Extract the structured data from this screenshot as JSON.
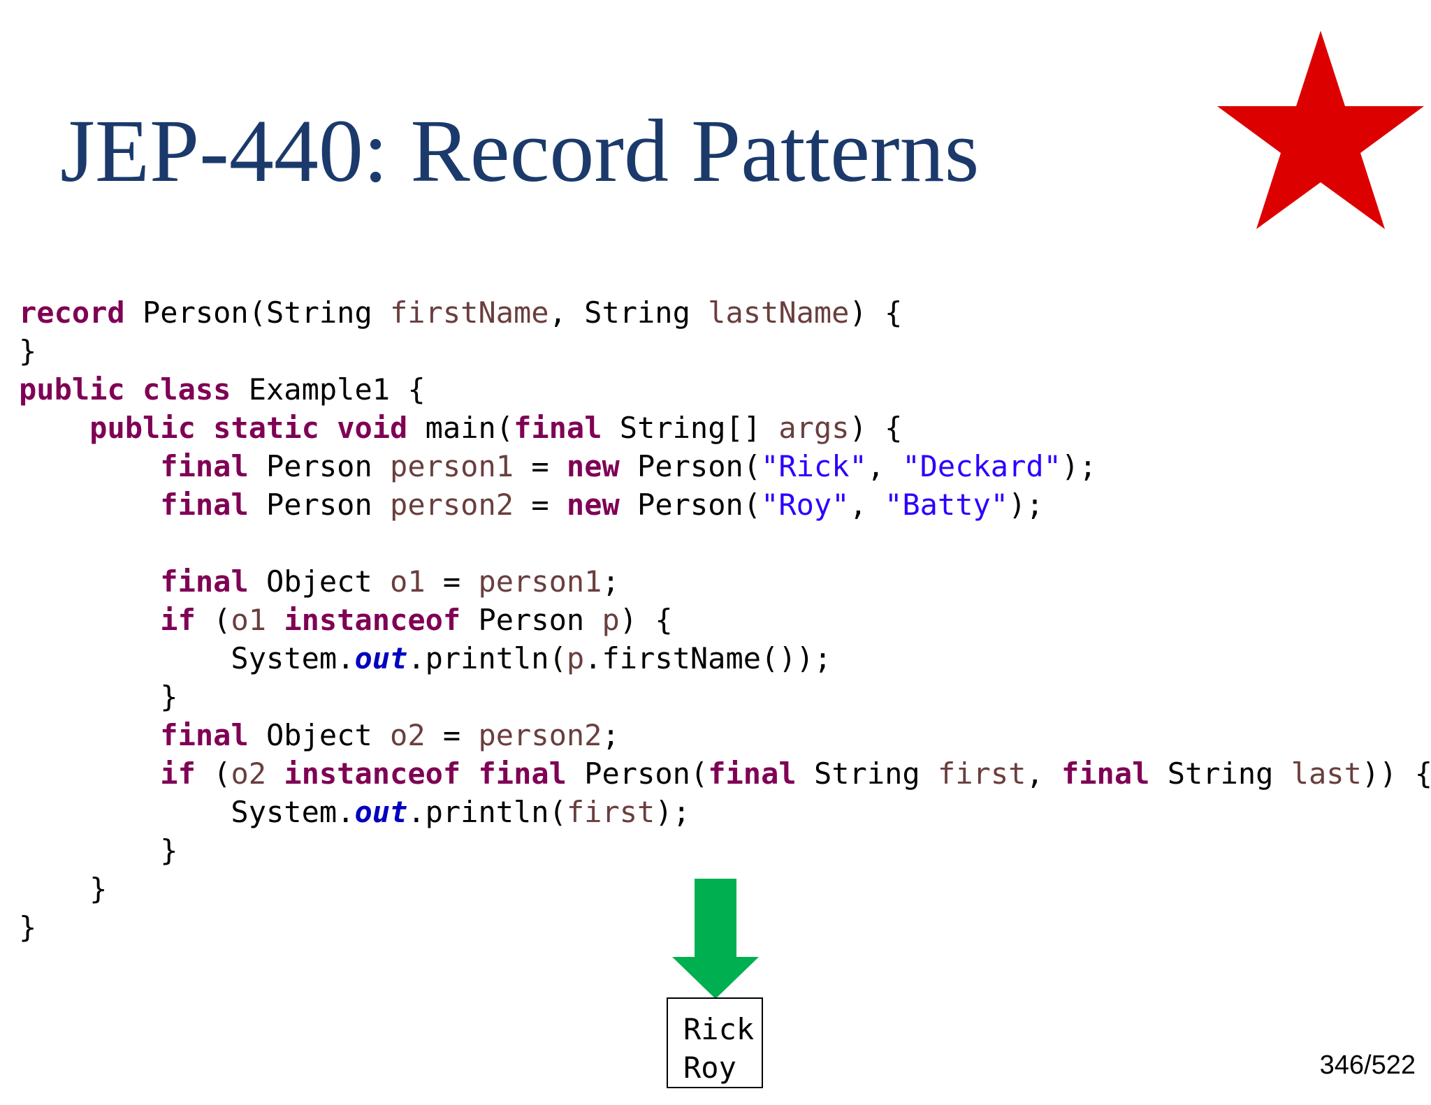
{
  "slide": {
    "title": "JEP-440: Record Patterns",
    "page_number": "346/522"
  },
  "icons": {
    "star": "star-icon",
    "arrow": "down-arrow-icon"
  },
  "colors": {
    "title": "#1b3a6b",
    "star": "#dd0000",
    "arrow": "#00b050",
    "keyword": "#7f0055",
    "variable": "#6a3e3e",
    "string": "#2a00ff",
    "field": "#0000c0"
  },
  "code": {
    "lines": [
      [
        [
          "kw",
          "record"
        ],
        [
          "plain",
          " Person(String "
        ],
        [
          "var",
          "firstName"
        ],
        [
          "plain",
          ", String "
        ],
        [
          "var",
          "lastName"
        ],
        [
          "plain",
          ") {"
        ]
      ],
      [
        [
          "plain",
          "}"
        ]
      ],
      [
        [
          "kw",
          "public"
        ],
        [
          "plain",
          " "
        ],
        [
          "kw",
          "class"
        ],
        [
          "plain",
          " Example1 {"
        ]
      ],
      [
        [
          "plain",
          "    "
        ],
        [
          "kw",
          "public"
        ],
        [
          "plain",
          " "
        ],
        [
          "kw",
          "static"
        ],
        [
          "plain",
          " "
        ],
        [
          "kw",
          "void"
        ],
        [
          "plain",
          " main("
        ],
        [
          "kw",
          "final"
        ],
        [
          "plain",
          " String[] "
        ],
        [
          "var",
          "args"
        ],
        [
          "plain",
          ") {"
        ]
      ],
      [
        [
          "plain",
          "        "
        ],
        [
          "kw",
          "final"
        ],
        [
          "plain",
          " Person "
        ],
        [
          "var",
          "person1"
        ],
        [
          "plain",
          " = "
        ],
        [
          "kw",
          "new"
        ],
        [
          "plain",
          " Person("
        ],
        [
          "str",
          "\"Rick\""
        ],
        [
          "plain",
          ", "
        ],
        [
          "str",
          "\"Deckard\""
        ],
        [
          "plain",
          ");"
        ]
      ],
      [
        [
          "plain",
          "        "
        ],
        [
          "kw",
          "final"
        ],
        [
          "plain",
          " Person "
        ],
        [
          "var",
          "person2"
        ],
        [
          "plain",
          " = "
        ],
        [
          "kw",
          "new"
        ],
        [
          "plain",
          " Person("
        ],
        [
          "str",
          "\"Roy\""
        ],
        [
          "plain",
          ", "
        ],
        [
          "str",
          "\"Batty\""
        ],
        [
          "plain",
          ");"
        ]
      ],
      [],
      [
        [
          "plain",
          "        "
        ],
        [
          "kw",
          "final"
        ],
        [
          "plain",
          " Object "
        ],
        [
          "var",
          "o1"
        ],
        [
          "plain",
          " = "
        ],
        [
          "var",
          "person1"
        ],
        [
          "plain",
          ";"
        ]
      ],
      [
        [
          "plain",
          "        "
        ],
        [
          "kw",
          "if"
        ],
        [
          "plain",
          " ("
        ],
        [
          "var",
          "o1"
        ],
        [
          "plain",
          " "
        ],
        [
          "kw",
          "instanceof"
        ],
        [
          "plain",
          " Person "
        ],
        [
          "var",
          "p"
        ],
        [
          "plain",
          ") {"
        ]
      ],
      [
        [
          "plain",
          "            System."
        ],
        [
          "fld",
          "out"
        ],
        [
          "plain",
          ".println("
        ],
        [
          "var",
          "p"
        ],
        [
          "plain",
          ".firstName());"
        ]
      ],
      [
        [
          "plain",
          "        }"
        ]
      ],
      [
        [
          "plain",
          "        "
        ],
        [
          "kw",
          "final"
        ],
        [
          "plain",
          " Object "
        ],
        [
          "var",
          "o2"
        ],
        [
          "plain",
          " = "
        ],
        [
          "var",
          "person2"
        ],
        [
          "plain",
          ";"
        ]
      ],
      [
        [
          "plain",
          "        "
        ],
        [
          "kw",
          "if"
        ],
        [
          "plain",
          " ("
        ],
        [
          "var",
          "o2"
        ],
        [
          "plain",
          " "
        ],
        [
          "kw",
          "instanceof"
        ],
        [
          "plain",
          " "
        ],
        [
          "kw",
          "final"
        ],
        [
          "plain",
          " Person("
        ],
        [
          "kw",
          "final"
        ],
        [
          "plain",
          " String "
        ],
        [
          "var",
          "first"
        ],
        [
          "plain",
          ", "
        ],
        [
          "kw",
          "final"
        ],
        [
          "plain",
          " String "
        ],
        [
          "var",
          "last"
        ],
        [
          "plain",
          ")) {"
        ]
      ],
      [
        [
          "plain",
          "            System."
        ],
        [
          "fld",
          "out"
        ],
        [
          "plain",
          ".println("
        ],
        [
          "var",
          "first"
        ],
        [
          "plain",
          ");"
        ]
      ],
      [
        [
          "plain",
          "        }"
        ]
      ],
      [
        [
          "plain",
          "    }"
        ]
      ],
      [
        [
          "plain",
          "}"
        ]
      ]
    ]
  },
  "output": {
    "lines": [
      "Rick",
      "Roy"
    ]
  }
}
